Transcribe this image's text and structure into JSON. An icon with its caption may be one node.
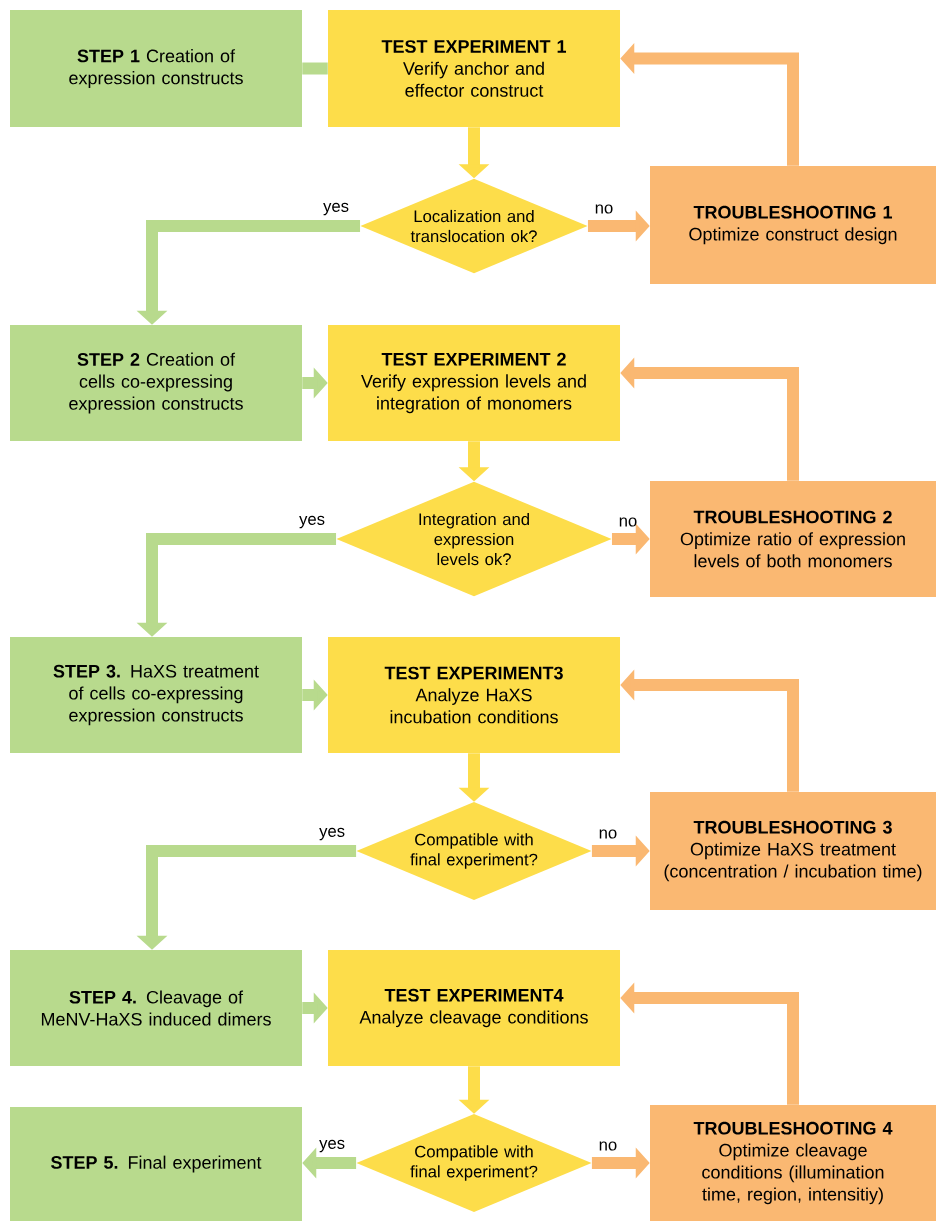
{
  "diagram": {
    "nodes": [
      {
        "text": [
          "**STEP 1** Creation of expression constructs"
        ]
      },
      {
        "text": [
          "TEST EXPERIMENT 1",
          "Verify anchor and effector construct"
        ]
      },
      {
        "text": [
          "Localization and translocation ok?"
        ]
      },
      {
        "text": [
          "TROUBLESHOOTING 1",
          "Optimize construct design"
        ]
      },
      {
        "text": [
          "**STEP 2** Creation of cells co-expressing expression constructs"
        ]
      },
      {
        "text": [
          "TEST EXPERIMENT 2",
          "Verify expression levels and integration of monomers"
        ]
      },
      {
        "text": [
          "Integration and expression levels ok?"
        ]
      },
      {
        "text": [
          "TROUBLESHOOTING 2",
          "Optimize ratio of expression levels of both monomers"
        ]
      },
      {
        "text": [
          "**STEP 3.** HaXS treatment of cells co-expressing expression constructs"
        ]
      },
      {
        "text": [
          "TEST EXPERIMENT3",
          "Analyze HaXS incubation conditions"
        ]
      },
      {
        "text": [
          "Compatible with final experiment?"
        ]
      },
      {
        "text": [
          "TROUBLESHOOTING  3",
          "Optimize HaXS treatment (concentration / incubation time)"
        ]
      },
      {
        "text": [
          "**STEP 4.** Cleavage of MeNV-HaXS induced dimers"
        ]
      },
      {
        "text": [
          "TEST EXPERIMENT4",
          "Analyze cleavage conditions"
        ]
      },
      {
        "text": [
          "Compatible with final experiment?"
        ]
      },
      {
        "text": [
          "TROUBLESHOOTING  4",
          "Optimize cleavage conditions (illumination time, region, intensitiy)"
        ]
      },
      {
        "text": [
          "**STEP 5.** Final experiment"
        ]
      }
    ],
    "edges": [
      {
        "from": 0,
        "to": 1,
        "arrow": "none",
        "color": "#b8da8d"
      },
      {
        "from": 1,
        "to": 2,
        "arrow": "to",
        "color": "#fddd4a"
      },
      {
        "from": 2,
        "to": 3,
        "arrow": "to",
        "label": "no",
        "color": "#fab872"
      },
      {
        "from": 3,
        "to": 1,
        "arrow": "to",
        "color": "#fab872"
      },
      {
        "from": 2,
        "to": 4,
        "arrow": "to",
        "label": "yes",
        "color": "#b8da8d"
      },
      {
        "from": 4,
        "to": 5,
        "arrow": "to",
        "color": "#b8da8d"
      },
      {
        "from": 5,
        "to": 6,
        "arrow": "to",
        "color": "#fddd4a"
      },
      {
        "from": 6,
        "to": 7,
        "arrow": "to",
        "label": "no",
        "color": "#fab872"
      },
      {
        "from": 7,
        "to": 5,
        "arrow": "to",
        "color": "#fab872"
      },
      {
        "from": 6,
        "to": 8,
        "arrow": "to",
        "label": "yes",
        "color": "#b8da8d"
      },
      {
        "from": 8,
        "to": 9,
        "arrow": "to",
        "color": "#b8da8d"
      },
      {
        "from": 9,
        "to": 10,
        "arrow": "to",
        "color": "#fddd4a"
      },
      {
        "from": 10,
        "to": 11,
        "arrow": "to",
        "label": "no",
        "color": "#fab872"
      },
      {
        "from": 11,
        "to": 9,
        "arrow": "to",
        "color": "#fab872"
      },
      {
        "from": 10,
        "to": 12,
        "arrow": "to",
        "label": "yes",
        "color": "#b8da8d"
      },
      {
        "from": 12,
        "to": 13,
        "arrow": "to",
        "color": "#b8da8d"
      },
      {
        "from": 13,
        "to": 14,
        "arrow": "to",
        "color": "#fddd4a"
      },
      {
        "from": 14,
        "to": 15,
        "arrow": "to",
        "label": "no",
        "color": "#fab872"
      },
      {
        "from": 15,
        "to": 13,
        "arrow": "to",
        "color": "#fab872"
      },
      {
        "from": 14,
        "to": 16,
        "arrow": "to",
        "label": "yes",
        "color": "#b8da8d"
      }
    ]
  }
}
